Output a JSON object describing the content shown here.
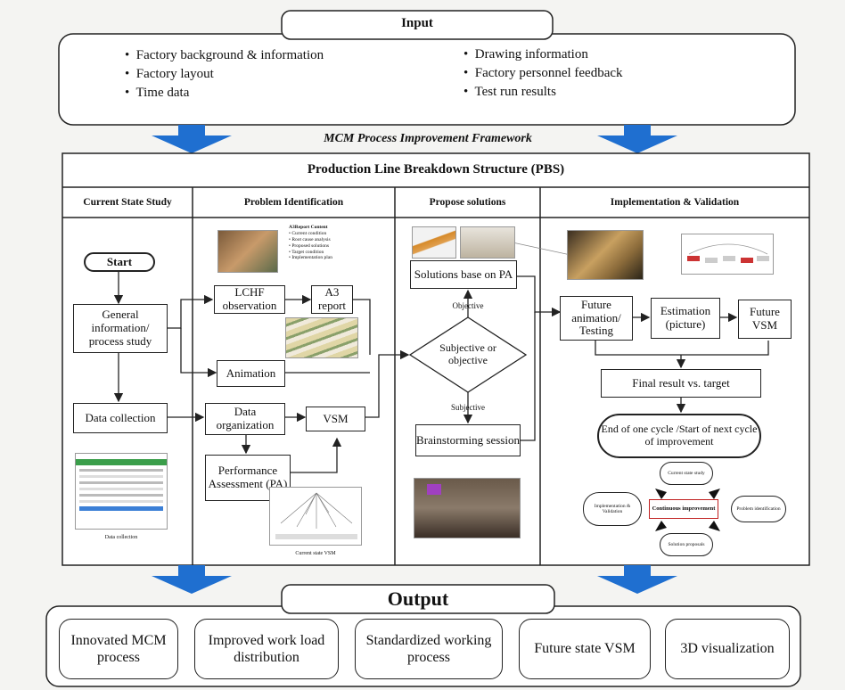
{
  "input": {
    "title": "Input",
    "left_items": [
      "Factory background & information",
      "Factory layout",
      "Time data"
    ],
    "right_items": [
      "Drawing information",
      "Factory personnel feedback",
      "Test run results"
    ]
  },
  "framework_title": "MCM Process Improvement Framework",
  "pbs_title": "Production Line Breakdown Structure (PBS)",
  "columns": [
    "Current State Study",
    "Problem Identification",
    "Propose solutions",
    "Implementation & Validation"
  ],
  "current_state": {
    "start": "Start",
    "general": "General information/ process study",
    "data_collection": "Data collection",
    "photo_caption": "Data collection"
  },
  "problem_id": {
    "lchf": "LCHF observation",
    "a3": "A3 report",
    "animation": "Animation",
    "data_org": "Data organization",
    "vsm": "VSM",
    "pa": "Performance Assessment (PA)",
    "a3_content_title": "A3Report Content",
    "a3_content_items": [
      "Current condition",
      "Root cause analysis",
      "Proposed solutions",
      "Target condition",
      "Implementation plan"
    ],
    "vsm_caption": "Current state VSM"
  },
  "propose": {
    "solutions": "Solutions base on PA",
    "objective": "Objective",
    "decision": "Subjective or objective",
    "subjective": "Subjective",
    "brainstorm": "Brainstorming session"
  },
  "implementation": {
    "future_anim": "Future animation/ Testing",
    "estimation": "Estimation (picture)",
    "future_vsm": "Future VSM",
    "final": "Final result vs. target",
    "cycle": "End of one cycle /Start of next cycle of improvement",
    "ci_center": "Continuous improvement",
    "ci_top": "Current state study",
    "ci_right": "Problem identification",
    "ci_bottom": "Solution proposals",
    "ci_left": "Implementation & Validation"
  },
  "output": {
    "title": "Output",
    "items": [
      "Innovated MCM process",
      "Improved work load distribution",
      "Standardized working process",
      "Future state VSM",
      "3D visualization"
    ]
  },
  "colors": {
    "arrow_blue": "#1f6fd0",
    "frame": "#222222"
  }
}
